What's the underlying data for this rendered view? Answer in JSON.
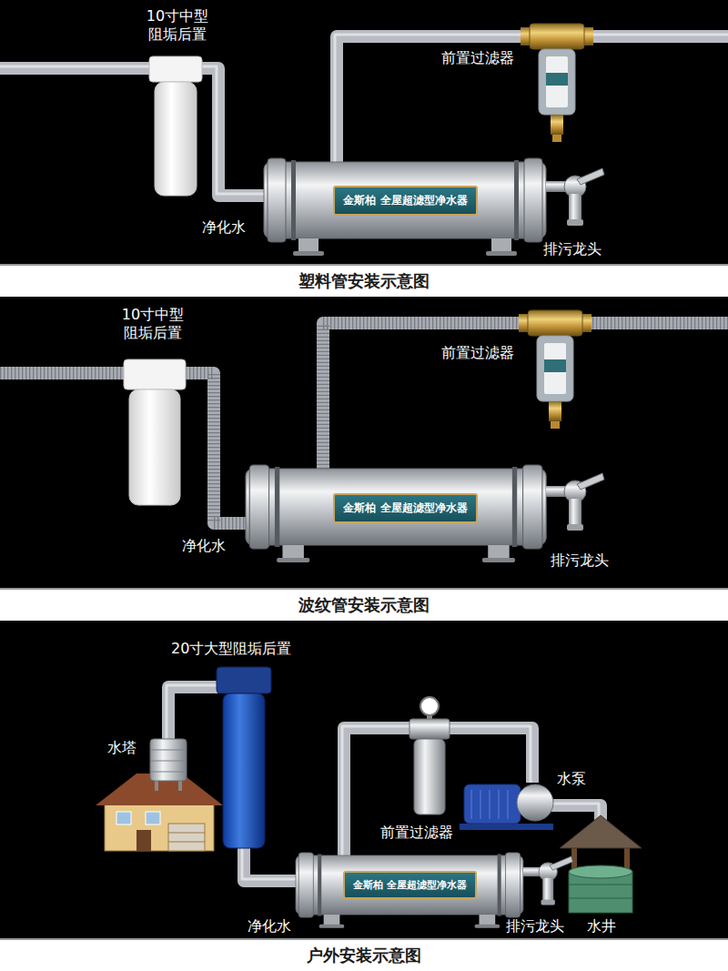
{
  "diagram": {
    "nodes": [
      {
        "text": [
          "金斯柏 全屋超滤型净水器"
        ]
      },
      {
        "text": [
          "塑料管安装示意图"
        ]
      },
      {
        "text": [
          "金斯柏 全屋超滤型净水器"
        ]
      },
      {
        "text": [
          "波纹管安装示意图"
        ]
      },
      {
        "text": [
          "金斯柏 全屋超滤型净水器"
        ]
      },
      {
        "text": [
          "户外安装示意图"
        ]
      }
    ],
    "labels": [
      "10寸中型 阻垢后置",
      "前置过滤器",
      "净化水",
      "排污龙头",
      "10寸中型 阻垢后置",
      "前置过滤器",
      "净化水",
      "排污龙头",
      "20寸大型阻垢后置",
      "水塔",
      "前置过滤器",
      "水泵",
      "净化水",
      "排污龙头",
      "水井"
    ]
  }
}
